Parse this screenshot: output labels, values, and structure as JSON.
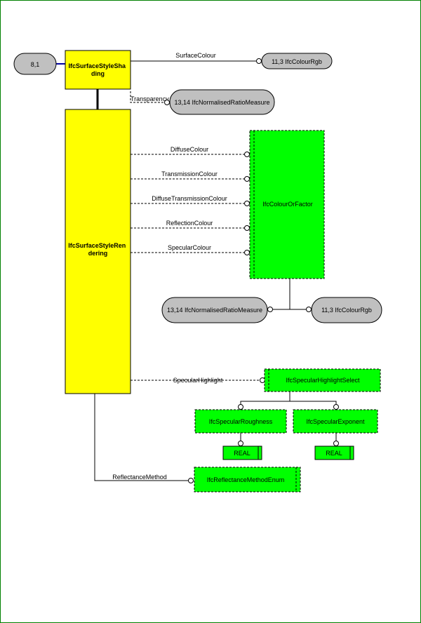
{
  "colors": {
    "frame": "#008000",
    "entity_fill": "#ffff00",
    "type_fill": "#00ff00",
    "defined_fill": "#c0c0c0",
    "line": "#000000",
    "connector": "#0000a0"
  },
  "diagram": {
    "page_ref": "8,1",
    "shading_entity": "IfcSurfaceStyleShading",
    "shading_entity_lines": [
      "IfcSurfaceStyleSha",
      "ding"
    ],
    "rendering_entity": "IfcSurfaceStyleRendering",
    "rendering_entity_lines": [
      "IfcSurfaceStyleRen",
      "dering"
    ],
    "attributes": {
      "surface_colour": "SurfaceColour",
      "transparency": "Transparency",
      "diffuse_colour": "DiffuseColour",
      "transmission_colour": "TransmissionColour",
      "diffuse_transmission_colour": "DiffuseTransmissionColour",
      "reflection_colour": "ReflectionColour",
      "specular_colour": "SpecularColour",
      "specular_highlight": "SpecularHighlight",
      "reflectance_method": "ReflectanceMethod"
    },
    "refs": {
      "colour_rgb_top": "11,3 IfcColourRgb",
      "ratio_measure_top": "13,14 IfcNormalisedRatioMeasure",
      "ratio_measure_bottom": "13,14 IfcNormalisedRatioMeasure",
      "colour_rgb_bottom": "11,3 IfcColourRgb"
    },
    "types": {
      "colour_or_factor": "IfcColourOrFactor",
      "specular_highlight_select": "IfcSpecularHighlightSelect",
      "specular_roughness": "IfcSpecularRoughness",
      "specular_exponent": "IfcSpecularExponent",
      "real_left": "REAL",
      "real_right": "REAL",
      "reflectance_method_enum": "IfcReflectanceMethodEnum"
    }
  }
}
